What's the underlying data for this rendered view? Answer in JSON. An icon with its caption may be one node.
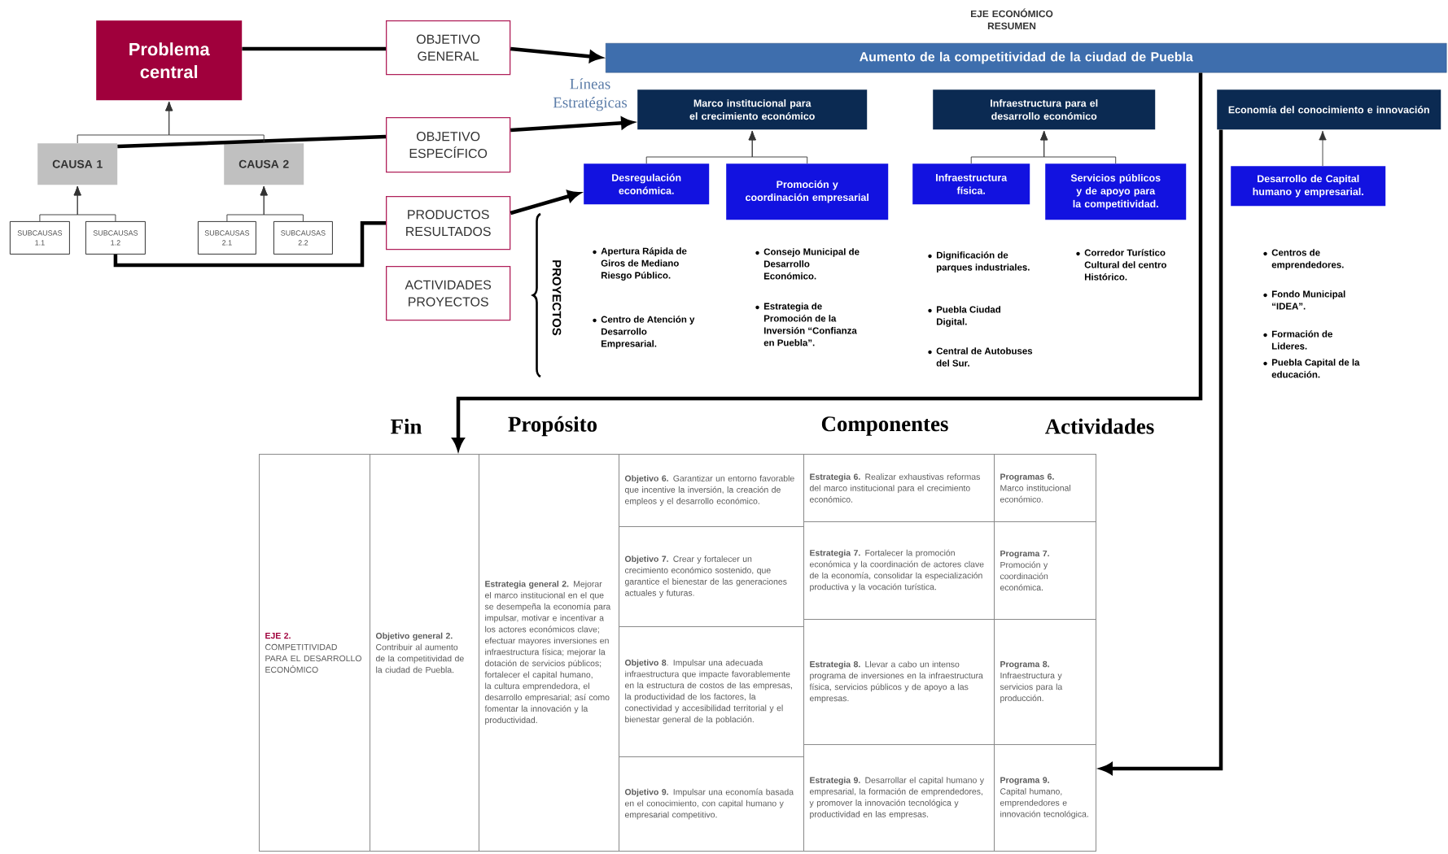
{
  "diagram": {
    "title": "EJE ECONÓMICO RESUMEN",
    "nodes": [
      {
        "text": [
          "Problema central"
        ]
      },
      {
        "text": [
          "CAUSA 1"
        ]
      },
      {
        "text": [
          "CAUSA 2"
        ]
      },
      {
        "text": [
          "SUBCAUSAS 1.1"
        ]
      },
      {
        "text": [
          "SUBCAUSAS 1.2"
        ]
      },
      {
        "text": [
          "SUBCAUSAS 2.1"
        ]
      },
      {
        "text": [
          "SUBCAUSAS 2.2"
        ]
      },
      {
        "text": [
          "OBJETIVO GENERAL"
        ]
      },
      {
        "text": [
          "OBJETIVO ESPECÍFICO"
        ]
      },
      {
        "text": [
          "PRODUCTOS RESULTADOS"
        ]
      },
      {
        "text": [
          "ACTIVIDADES PROYECTOS"
        ]
      },
      {
        "text": [
          "Aumento de la competitividad de la ciudad de Puebla"
        ]
      },
      {
        "text": [
          "Marco institucional para el crecimiento económico"
        ]
      },
      {
        "text": [
          "Infraestructura para el desarrollo económico"
        ]
      },
      {
        "text": [
          "Economía del conocimiento e innovación"
        ]
      },
      {
        "text": [
          "Desregulación económica."
        ],
        "beside": [
          "Apertura Rápida de Giros de Mediano Riesgo Público.",
          "Centro de Atención y Desarrollo Empresarial."
        ]
      },
      {
        "text": [
          "Promoción y coordinación empresarial"
        ],
        "beside": [
          "Consejo Municipal de Desarrollo Económico.",
          "Estrategia de Promoción de la Inversión “Confianza en Puebla”."
        ]
      },
      {
        "text": [
          "Infraestructura física."
        ],
        "beside": [
          "Dignificación de parques industriales.",
          "Puebla Ciudad Digital.",
          "Central de Autobuses del Sur."
        ]
      },
      {
        "text": [
          "Servicios públicos y de apoyo para la competitividad."
        ],
        "beside": [
          "Corredor Turístico Cultural del centro Histórico."
        ]
      },
      {
        "text": [
          "Desarrollo de Capital humano y empresarial."
        ],
        "beside": [
          "Centros de emprendedores.",
          "Fondo Municipal “IDEA”.",
          "Formación de Lideres.",
          "Puebla Capital de la educación."
        ]
      },
      {
        "text": [
          "EJE 2.",
          "COMPETITIVIDAD PARA EL DESARROLLO ECONÓMICO"
        ]
      },
      {
        "text": [
          "**Objetivo general 2.** Contribuir al aumento de la competitividad de la ciudad de Puebla."
        ]
      },
      {
        "text": [
          "**Estrategia general 2.** Mejorar el marco institucional en el que se desempeña la economía para impulsar, motivar e incentivar a los actores económicos clave; efectuar mayores inversiones en infraestructura física; mejorar la dotación de servicios públicos; fortalecer el capital humano, la cultura emprendedora, el desarrollo empresarial; así como fomentar la innovación y la productividad."
        ]
      },
      {
        "text": [
          "**Objetivo 6.** Garantizar un entorno favorable que incentive la inversión, la creación de empleos y el desarrollo económico."
        ]
      },
      {
        "text": [
          "**Objetivo 7.** Crear y fortalecer un crecimiento económico sostenido, que garantice el bienestar de las generaciones actuales y futuras."
        ]
      },
      {
        "text": [
          "**Objetivo 8**. Impulsar una adecuada infraestructura que impacte favorablemente en la estructura de costos de las empresas, la productividad de los factores, la conectividad y accesibilidad territorial y el bienestar general de la población."
        ]
      },
      {
        "text": [
          "**Objetivo 9.** Impulsar una economía basada en el conocimiento, con capital humano y empresarial competitivo."
        ]
      },
      {
        "text": [
          "**Estrategia 6.** Realizar exhaustivas reformas del marco institucional para el crecimiento económico."
        ]
      },
      {
        "text": [
          "**Estrategia 7.** Fortalecer la promoción económica y la coordinación de actores clave de la economía, consolidar la especialización productiva y la vocación turística."
        ]
      },
      {
        "text": [
          "**Estrategia 8.** Llevar a cabo un intenso programa de inversiones en la infraestructura física, servicios públicos y de apoyo a las empresas."
        ]
      },
      {
        "text": [
          "**Estrategia 9.** Desarrollar el capital humano y empresarial, la formación de emprendedores, y promover la innovación tecnológica y productividad en las empresas."
        ]
      },
      {
        "text": [
          "**Programas 6.** Marco institucional económico."
        ]
      },
      {
        "text": [
          "**Programa 7.** Promoción y coordinación económica."
        ]
      },
      {
        "text": [
          "**Programa 8.** Infraestructura y servicios para la producción."
        ]
      },
      {
        "text": [
          "**Programa 9.** Capital humano, emprendedores e innovación tecnológica."
        ]
      }
    ],
    "edges": [
      {
        "from": 0,
        "to": 7,
        "arrow": "none",
        "style": "thick"
      },
      {
        "from": 7,
        "to": 11,
        "arrow": "to",
        "style": "thick"
      },
      {
        "from": 1,
        "to": 8,
        "arrow": "none",
        "style": "thick"
      },
      {
        "from": 8,
        "to": 12,
        "arrow": "to",
        "style": "thick"
      },
      {
        "from": 4,
        "to": 9,
        "arrow": "none",
        "style": "thick"
      },
      {
        "from": 9,
        "to": 15,
        "arrow": "to",
        "style": "thick"
      },
      {
        "from": 1,
        "to": 0,
        "arrow": "to"
      },
      {
        "from": 2,
        "to": 0,
        "arrow": "to"
      },
      {
        "from": 3,
        "to": 1,
        "arrow": "to"
      },
      {
        "from": 4,
        "to": 1,
        "arrow": "to"
      },
      {
        "from": 5,
        "to": 2,
        "arrow": "to"
      },
      {
        "from": 6,
        "to": 2,
        "arrow": "to"
      },
      {
        "from": 15,
        "to": 12,
        "arrow": "to"
      },
      {
        "from": 16,
        "to": 12,
        "arrow": "to"
      },
      {
        "from": 17,
        "to": 13,
        "arrow": "to"
      },
      {
        "from": 18,
        "to": 13,
        "arrow": "to"
      },
      {
        "from": 19,
        "to": 14,
        "arrow": "to"
      },
      {
        "from": 11,
        "to": 21,
        "arrow": "to",
        "style": "thick"
      },
      {
        "from": 14,
        "to": 34,
        "arrow": "to",
        "style": "thick"
      }
    ],
    "labels": [
      "Líneas Estratégicas",
      "PROYECTOS",
      "Fin",
      "Propósito",
      "Componentes",
      "Actividades"
    ]
  }
}
